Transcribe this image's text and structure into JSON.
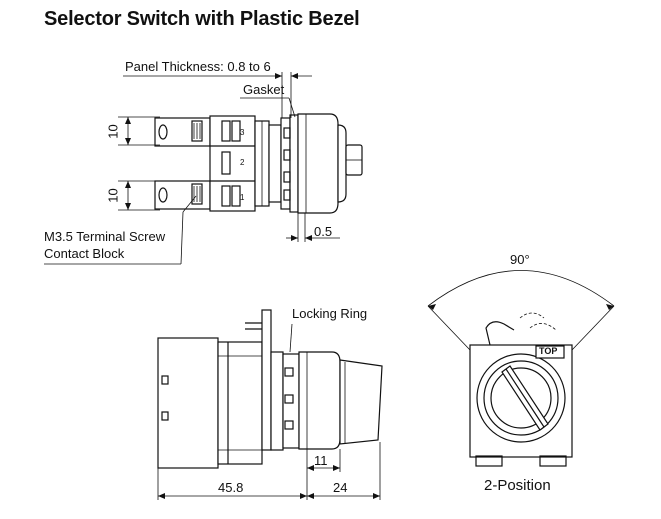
{
  "title": "Selector Switch with Plastic Bezel",
  "labels": {
    "panel_thickness": "Panel Thickness: 0.8 to 6",
    "gasket": "Gasket",
    "dim_10_upper": "10",
    "dim_10_lower": "10",
    "dim_0_5": "0.5",
    "terminal_screw": "M3.5 Terminal Screw",
    "contact_block": "Contact Block",
    "locking_ring": "Locking Ring",
    "angle": "90°",
    "dim_11": "11",
    "dim_45_8": "45.8",
    "dim_24": "24",
    "two_position": "2-Position",
    "top_mark": "TOP",
    "block_1": "1",
    "block_2": "2",
    "block_3": "3"
  }
}
